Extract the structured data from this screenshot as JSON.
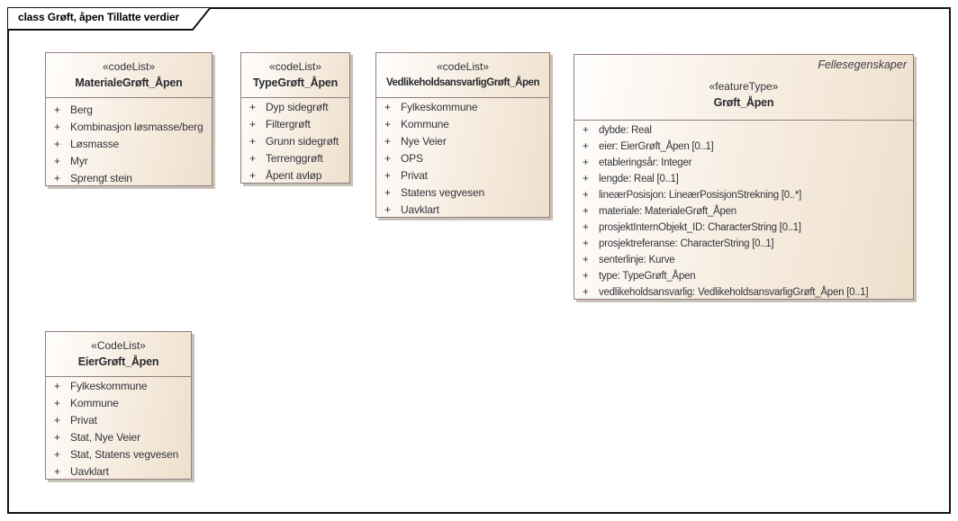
{
  "frame": {
    "title": "class Grøft, åpen Tillatte verdier"
  },
  "ui": {
    "visibility": "+"
  },
  "colors": {
    "frame_border": "#141414",
    "box_border": "#937e80",
    "box_fill_left": "#fffefd",
    "box_fill_right": "#eedfcc",
    "box_shadow": "#c8c1ba",
    "text": "#33333b"
  },
  "classes": [
    {
      "stereotype": "«codeList»",
      "name": "MaterialeGrøft_Åpen",
      "items": [
        "Berg",
        "Kombinasjon løsmasse/berg",
        "Løsmasse",
        "Myr",
        "Sprengt stein"
      ]
    },
    {
      "stereotype": "«codeList»",
      "name": "TypeGrøft_Åpen",
      "items": [
        "Dyp sidegrøft",
        "Filtergrøft",
        "Grunn sidegrøft",
        "Terrenggrøft",
        "Åpent avløp"
      ]
    },
    {
      "stereotype": "«codeList»",
      "name": "VedlikeholdsansvarligGrøft_Åpen",
      "items": [
        "Fylkeskommune",
        "Kommune",
        "Nye Veier",
        "OPS",
        "Privat",
        "Statens vegvesen",
        "Uavklart"
      ]
    },
    {
      "package_label": "Fellesegenskaper",
      "stereotype": "«featureType»",
      "name": "Grøft_Åpen",
      "items": [
        "dybde: Real",
        "eier: EierGrøft_Åpen [0..1]",
        "etableringsår: Integer",
        "lengde: Real [0..1]",
        "lineærPosisjon: LineærPosisjonStrekning [0..*]",
        "materiale: MaterialeGrøft_Åpen",
        "prosjektInternObjekt_ID: CharacterString [0..1]",
        "prosjektreferanse: CharacterString [0..1]",
        "senterlinje: Kurve",
        "type: TypeGrøft_Åpen",
        "vedlikeholdsansvarlig: VedlikeholdsansvarligGrøft_Åpen [0..1]"
      ]
    },
    {
      "stereotype": "«CodeList»",
      "name": "EierGrøft_Åpen",
      "items": [
        "Fylkeskommune",
        "Kommune",
        "Privat",
        "Stat, Nye Veier",
        "Stat, Statens vegvesen",
        "Uavklart"
      ]
    }
  ]
}
